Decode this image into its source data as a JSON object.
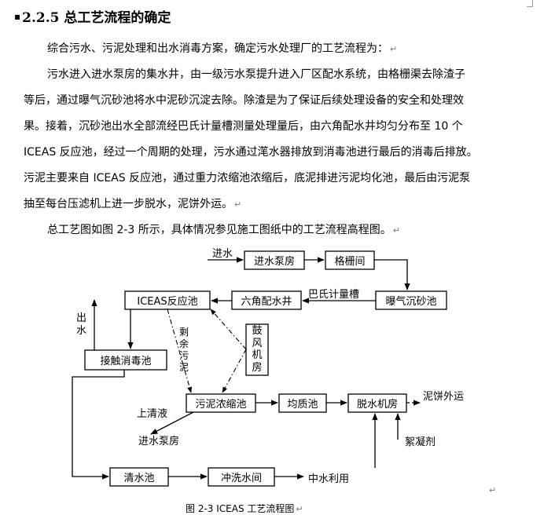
{
  "heading": {
    "number": "2.2.5",
    "title": "总工艺流程的确定"
  },
  "paragraph": {
    "lines": [
      "综合污水、污泥处理和出水消毒方案，确定污水处理厂的工艺流程为：",
      "污水进入进水泵房的集水井，由一级污水泵提升进入厂区配水系统，由格栅渠去除渣子",
      "等后，通过曝气沉砂池将水中泥砂沉淀去除。除渣是为了保证后续处理设备的安全和处理效",
      "果。接着，沉砂池出水全部流经巴氏计量槽测量处理量后，由六角配水井均匀分布至 10 个",
      "ICEAS 反应池，经过一个周期的处理，污水通过滗水器排放到消毒池进行最后的消毒后排放。",
      "污泥主要来自 ICEAS 反应池，通过重力浓缩池浓缩后，底泥排进污泥均化池，最后由污泥泵",
      "抽至每台压滤机上进一步脱水，泥饼外运。",
      "总工艺图如图 2-3 所示，具体情况参见施工图纸中的工艺流程高程图。"
    ]
  },
  "diagram": {
    "boxes": {
      "inlet_pump": "进水泵房",
      "screen": "格栅间",
      "grit": "曝气沉砂池",
      "hex_well": "六角配水井",
      "iceas": "ICEAS反应池",
      "contact": "接触消毒池",
      "blower": "鼓风机房",
      "thickener": "污泥浓缩池",
      "equalizer": "均质池",
      "dewater": "脱水机房",
      "clear_water": "清水池",
      "wash": "冲洗水间"
    },
    "labels": {
      "inflow": "进水",
      "parshall": "巴氏计量槽",
      "effluent": "出水",
      "excess_sludge": "剩余污泥",
      "supernatant": "上清液",
      "to_pump": "进水泵房",
      "cake": "泥饼外运",
      "flocculant": "絮凝剂",
      "reuse": "中水利用"
    }
  },
  "caption": "图 2-3    ICEAS 工艺流程图"
}
